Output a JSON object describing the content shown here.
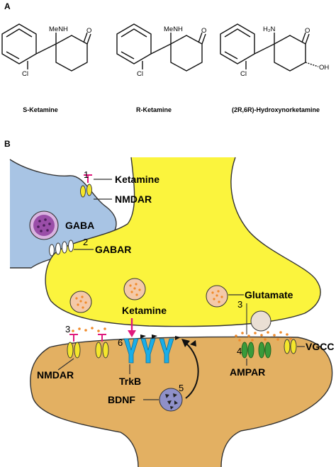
{
  "panels": {
    "a": "A",
    "b": "B"
  },
  "compounds": [
    {
      "name": "S-Ketamine",
      "amine": "MeNH",
      "halogen": "Cl",
      "carbonyl": "O"
    },
    {
      "name": "R-Ketamine",
      "amine": "MeNH",
      "halogen": "Cl",
      "carbonyl": "O"
    },
    {
      "name": "(2R,6R)-Hydroxynorketamine",
      "amine": "H₂N",
      "halogen": "Cl",
      "carbonyl": "O",
      "hydroxyl": "OH"
    }
  ],
  "labels": {
    "ketamine_top": "Ketamine",
    "nmdar_top": "NMDAR",
    "gaba": "GABA",
    "gabar": "GABAR",
    "glutamate": "Glutamate",
    "ketamine_cleft": "Ketamine",
    "vgcc": "VGCC",
    "nmdar_bottom": "NMDAR",
    "trkb": "TrkB",
    "ampar": "AMPAR",
    "bdnf": "BDNF"
  },
  "step_numbers": {
    "n1": "1",
    "n2": "2",
    "n3a": "3",
    "n3b": "3",
    "n4": "4",
    "n5": "5",
    "n6": "6"
  },
  "colors": {
    "gaba_neuron": "#a8c4e4",
    "presynaptic": "#fbf43d",
    "postsynaptic": "#e3b062",
    "vesicle": "#f4c9a8",
    "glutamate_dot": "#f08a2a",
    "gaba_vesicle": "#9a4ea8",
    "nmdar": "#f4e62c",
    "trkb": "#1aaee8",
    "ampar": "#3a9a3a",
    "ketamine_block": "#e0197d",
    "bdnf_vesicle": "#8f90c8"
  }
}
